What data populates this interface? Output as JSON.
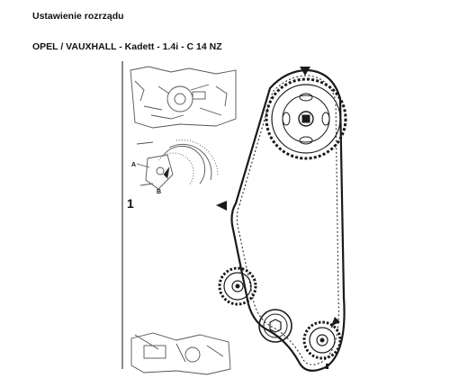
{
  "header": {
    "title": "Ustawienie rozrządu",
    "subtitle": "OPEL / VAUXHALL - Kadett - 1.4i - C 14 NZ"
  },
  "figure": {
    "detail_number": "1",
    "label_a": "A",
    "label_b": "B"
  },
  "colors": {
    "ink": "#1a1a1a",
    "sketch": "#555555",
    "background": "#ffffff"
  }
}
